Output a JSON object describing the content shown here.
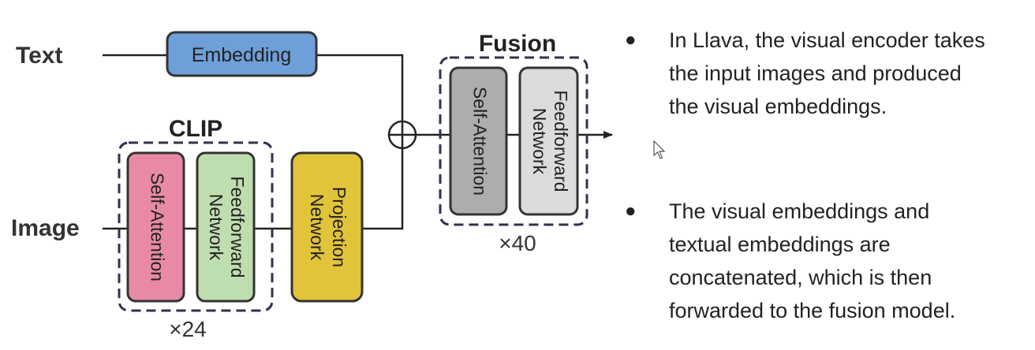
{
  "inputs": {
    "text_label": "Text",
    "image_label": "Image"
  },
  "embedding_label": "Embedding",
  "clip": {
    "title": "CLIP",
    "self_attention_label": "Self-Attention",
    "feedforward_line1": "Feedforward",
    "feedforward_line2": "Network",
    "repeat_label": "×24"
  },
  "projection": {
    "line1": "Projection",
    "line2": "Network"
  },
  "fusion": {
    "title": "Fusion",
    "self_attention_label": "Self-Attention",
    "feedforward_line1": "Feedforward",
    "feedforward_line2": "Network",
    "repeat_label": "×40"
  },
  "bullets": [
    {
      "marker": "●",
      "lines": [
        "In Llava, the visual encoder takes",
        "the input images and produced",
        "the visual embeddings."
      ]
    },
    {
      "marker": "●",
      "lines": [
        "The visual embeddings and",
        "textual embeddings are",
        "concatenated, which is then",
        "forwarded to the fusion model."
      ]
    }
  ],
  "colors": {
    "embedding_fill": "#6f9fd8",
    "clip_self_attention_fill": "#e88aa6",
    "clip_feedforward_fill": "#bfdeb0",
    "projection_fill": "#e2c43b",
    "fusion_self_attention_fill": "#adadaf",
    "fusion_feedforward_fill": "#dcdcde",
    "dashed_border": "#3a2c4f",
    "line": "#222222"
  }
}
